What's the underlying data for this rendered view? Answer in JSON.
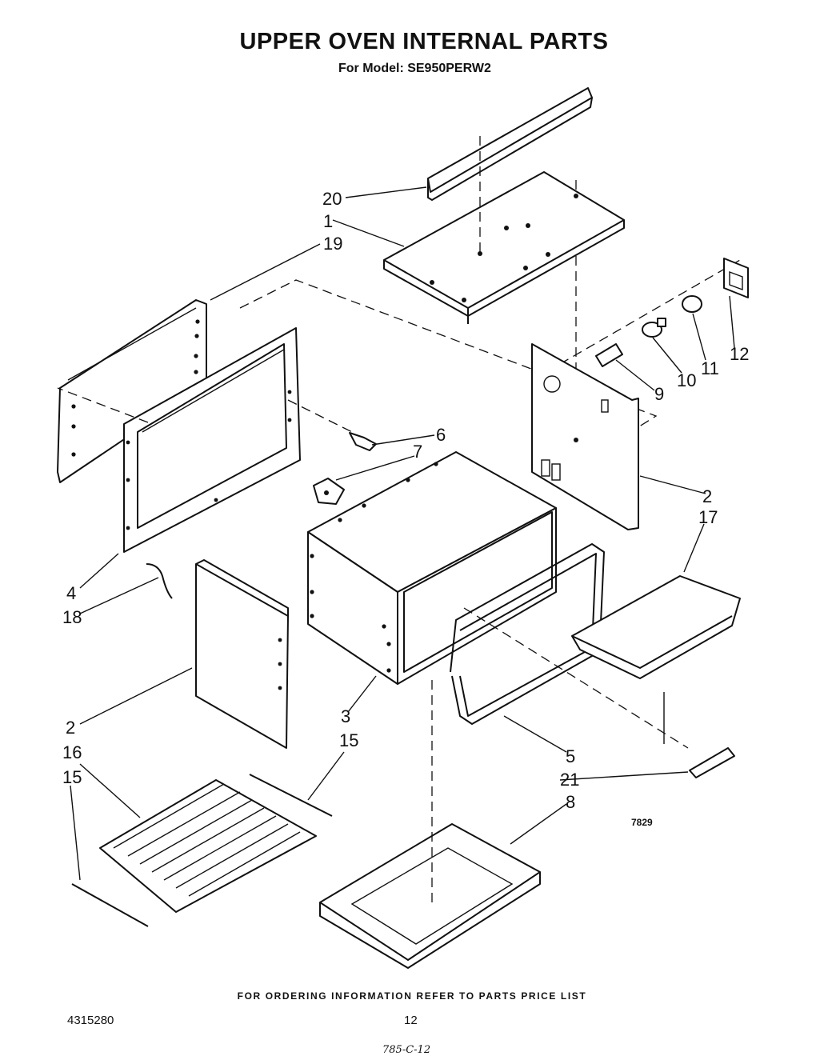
{
  "header": {
    "title": "UPPER OVEN INTERNAL PARTS",
    "model": "For Model: SE950PERW2"
  },
  "callouts": [
    {
      "id": "20",
      "text": "20"
    },
    {
      "id": "1",
      "text": "1"
    },
    {
      "id": "19",
      "text": "19"
    },
    {
      "id": "12",
      "text": "12"
    },
    {
      "id": "11",
      "text": "11"
    },
    {
      "id": "10",
      "text": "10"
    },
    {
      "id": "9",
      "text": "9"
    },
    {
      "id": "6",
      "text": "6"
    },
    {
      "id": "7",
      "text": "7"
    },
    {
      "id": "2a",
      "text": "2"
    },
    {
      "id": "17",
      "text": "17"
    },
    {
      "id": "4",
      "text": "4"
    },
    {
      "id": "18",
      "text": "18"
    },
    {
      "id": "3",
      "text": "3"
    },
    {
      "id": "15a",
      "text": "15"
    },
    {
      "id": "2b",
      "text": "2"
    },
    {
      "id": "16",
      "text": "16"
    },
    {
      "id": "15b",
      "text": "15"
    },
    {
      "id": "5",
      "text": "5"
    },
    {
      "id": "21",
      "text": "21"
    },
    {
      "id": "8",
      "text": "8"
    }
  ],
  "diagram_code": "7829",
  "footer": {
    "ordering_note": "FOR ORDERING INFORMATION REFER TO PARTS PRICE LIST",
    "doc_number": "4315280",
    "page_number": "12",
    "handwritten_note": "785-C-12"
  }
}
